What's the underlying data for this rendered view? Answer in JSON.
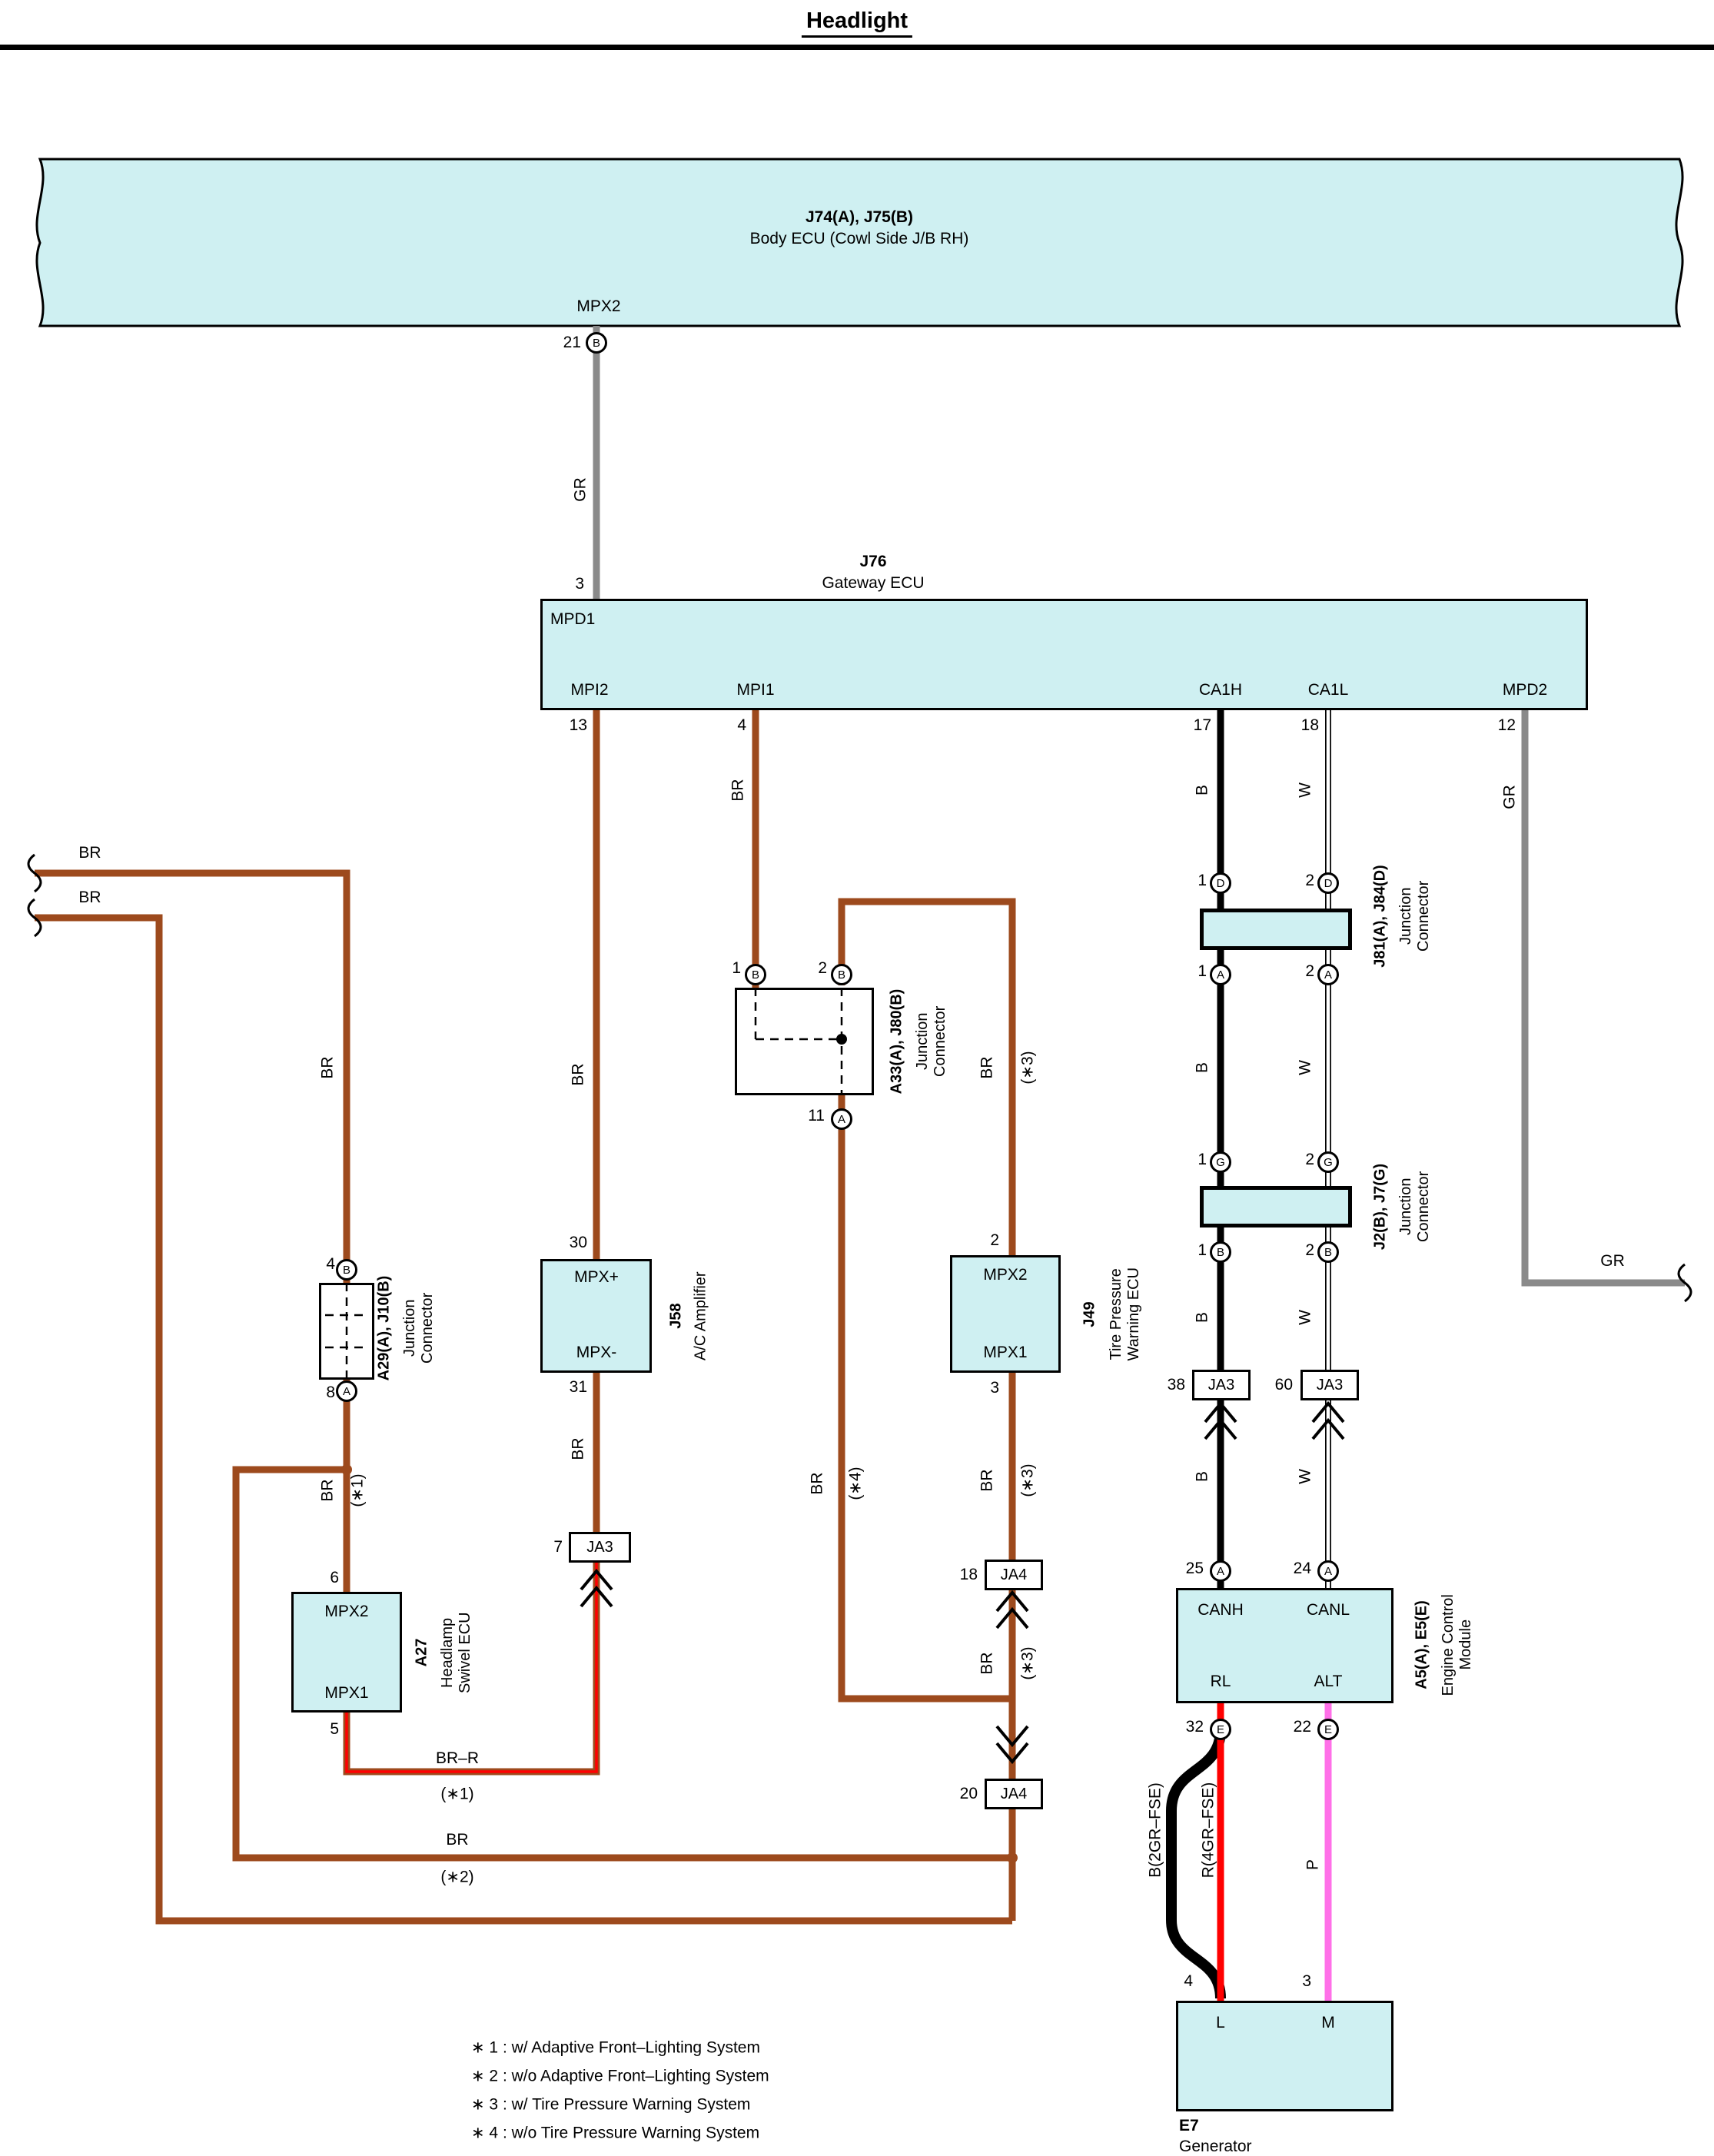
{
  "title": "Headlight",
  "body_ecu": {
    "id": "J74(A), J75(B)",
    "name": "Body ECU (Cowl Side J/B RH)",
    "signal": "MPX2",
    "pin": "21",
    "pin_letter": "B"
  },
  "gateway": {
    "id": "J76",
    "name": "Gateway ECU",
    "pin_in": "3",
    "sig_mpd1": "MPD1",
    "sig_mpi2": "MPI2",
    "sig_mpi1": "MPI1",
    "sig_ca1h": "CA1H",
    "sig_ca1l": "CA1L",
    "sig_mpd2": "MPD2",
    "pin_mpi2": "13",
    "pin_mpi1": "4",
    "pin_ca1h": "17",
    "pin_ca1l": "18",
    "pin_mpd2": "12"
  },
  "wires": {
    "br": "BR",
    "brr": "BR–R",
    "b": "B",
    "w": "W",
    "gr": "GR",
    "p": "P",
    "b2": "B(2GR–FSE)",
    "r4": "R(4GR–FSE)"
  },
  "notes": {
    "n1": "(∗1)",
    "n2": "(∗2)",
    "n3": "(∗3)",
    "n4": "(∗4)"
  },
  "a29": {
    "id": "A29(A), J10(B)",
    "name": "Junction Connector",
    "pin_top": "4",
    "letter_top": "B",
    "pin_bottom": "8",
    "letter_bottom": "A"
  },
  "a33": {
    "id": "A33(A), J80(B)",
    "name": "Junction Connector",
    "pin1": "1",
    "letter1": "B",
    "pin2": "2",
    "letter2": "B",
    "pin11": "11",
    "letter11": "A"
  },
  "j58": {
    "id": "J58",
    "name": "A/C Amplifier",
    "pin_top": "30",
    "pin_bottom": "31",
    "sig_top": "MPX+",
    "sig_bottom": "MPX-"
  },
  "a27": {
    "id": "A27",
    "name": "Headlamp Swivel ECU",
    "pin_top": "6",
    "pin_bottom": "5",
    "sig_top": "MPX2",
    "sig_bottom": "MPX1"
  },
  "j49": {
    "id": "J49",
    "name": "Tire Pressure Warning ECU",
    "pin_top": "2",
    "pin_bottom": "3",
    "sig_top": "MPX2",
    "sig_bottom": "MPX1"
  },
  "ja3": {
    "label": "JA3",
    "pin7": "7",
    "pin38": "38",
    "pin60": "60"
  },
  "ja4": {
    "label": "JA4",
    "pin18": "18",
    "pin20": "20"
  },
  "j81": {
    "id": "J81(A), J84(D)",
    "name": "Junction Connector",
    "pin_tl": "1",
    "letter_tl": "D",
    "pin_tr": "2",
    "letter_tr": "D",
    "pin_bl": "1",
    "letter_bl": "A",
    "pin_br": "2",
    "letter_br": "A"
  },
  "j2": {
    "id": "J2(B), J7(G)",
    "name": "Junction Connector",
    "pin_tl": "1",
    "letter_tl": "G",
    "pin_tr": "2",
    "letter_tr": "G",
    "pin_bl": "1",
    "letter_bl": "B",
    "pin_br": "2",
    "letter_br": "B"
  },
  "ecm": {
    "id": "A5(A), E5(E)",
    "name": "Engine Control Module",
    "pin_canh": "25",
    "letter_canh": "A",
    "pin_canl": "24",
    "letter_canl": "A",
    "sig_canh": "CANH",
    "sig_canl": "CANL",
    "sig_rl": "RL",
    "sig_alt": "ALT",
    "pin_rl": "32",
    "letter_rl": "E",
    "pin_alt": "22",
    "letter_alt": "E"
  },
  "generator": {
    "id": "E7",
    "name": "Generator",
    "sig_l": "L",
    "sig_m": "M",
    "pin_l": "4",
    "pin_m": "3"
  },
  "footnotes": [
    "∗ 1 : w/ Adaptive Front–Lighting System",
    "∗ 2 : w/o Adaptive Front–Lighting System",
    "∗ 3 : w/ Tire Pressure Warning System",
    "∗ 4 : w/o Tire Pressure Warning System"
  ],
  "colors": {
    "component_fill": "#cff0f2",
    "wire_brown": "#9d4a1d",
    "wire_gray": "#8a8a8a",
    "wire_black": "#000000",
    "wire_red": "#ff0000",
    "wire_pink": "#ff70e8",
    "wire_white": "#ffffff"
  }
}
